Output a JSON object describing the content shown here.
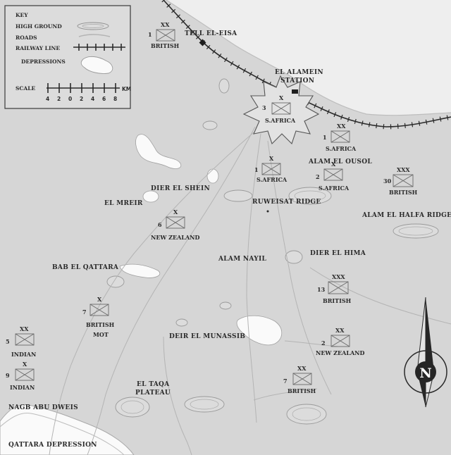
{
  "colors": {
    "land": "#d6d6d6",
    "sea": "#eeeeee",
    "high_ground": "#dcdcdc",
    "depression": "#fafafa",
    "ink": "#2a2a2a",
    "road": "#b4b4b4",
    "arrow_dark": "#262626"
  },
  "key": {
    "title": "KEY",
    "high_ground": "HIGH GROUND",
    "roads": "ROADS",
    "railway": "RAILWAY LINE",
    "depressions": "DEPRESSIONS",
    "scale_label": "SCALE",
    "scale_unit": "KM",
    "scale_ticks": [
      "4",
      "2",
      "0",
      "2",
      "4",
      "6",
      "8"
    ]
  },
  "places": {
    "tell_el_eisa": "TELL EL-EISA",
    "el_alamein_station_1": "EL ALAMEIN",
    "el_alamein_station_2": "STATION",
    "alam_el_ousol": "ALAM EL OUSOL",
    "dier_el_shein": "DIER EL SHEIN",
    "el_mreir": "EL MREIR",
    "ruweisat_ridge": "RUWEISAT RIDGE",
    "alam_el_halfa_ridge": "ALAM EL HALFA RIDGE",
    "bab_el_qattara": "BAB EL QATTARA",
    "alam_nayil": "ALAM NAYIL",
    "dier_el_hima": "DIER EL HIMA",
    "deir_el_munassib": "DEIR EL MUNASSIB",
    "el_taqa_1": "EL TAQA",
    "el_taqa_2": "PLATEAU",
    "nagb_abu_dweis": "NAGB ABU DWEIS",
    "qattara_depression": "QATTARA DEPRESSION"
  },
  "units": [
    {
      "id": "british-1",
      "num": "1",
      "echelon": "XX",
      "name": "BRITISH",
      "name2": ""
    },
    {
      "id": "safrica-3",
      "num": "3",
      "echelon": "X",
      "name": "S.AFRICA",
      "name2": ""
    },
    {
      "id": "safrica-1-div",
      "num": "1",
      "echelon": "XX",
      "name": "S.AFRICA",
      "name2": ""
    },
    {
      "id": "safrica-1-bde",
      "num": "1",
      "echelon": "X",
      "name": "S.AFRICA",
      "name2": ""
    },
    {
      "id": "safrica-2",
      "num": "2",
      "echelon": "X",
      "name": "S.AFRICA",
      "name2": ""
    },
    {
      "id": "british-30",
      "num": "30",
      "echelon": "XXX",
      "name": "BRITISH",
      "name2": ""
    },
    {
      "id": "new-zealand-6",
      "num": "6",
      "echelon": "X",
      "name": "NEW ZEALAND",
      "name2": ""
    },
    {
      "id": "british-13",
      "num": "13",
      "echelon": "XXX",
      "name": "BRITISH",
      "name2": ""
    },
    {
      "id": "british-mot-7",
      "num": "7",
      "echelon": "X",
      "name": "BRITISH",
      "name2": "MOT"
    },
    {
      "id": "indian-5",
      "num": "5",
      "echelon": "XX",
      "name": "INDIAN",
      "name2": ""
    },
    {
      "id": "indian-9",
      "num": "9",
      "echelon": "X",
      "name": "INDIAN",
      "name2": ""
    },
    {
      "id": "new-zealand-2",
      "num": "2",
      "echelon": "XX",
      "name": "NEW ZEALAND",
      "name2": ""
    },
    {
      "id": "british-7",
      "num": "7",
      "echelon": "XX",
      "name": "BRITISH",
      "name2": ""
    }
  ],
  "compass": {
    "label": "N"
  }
}
